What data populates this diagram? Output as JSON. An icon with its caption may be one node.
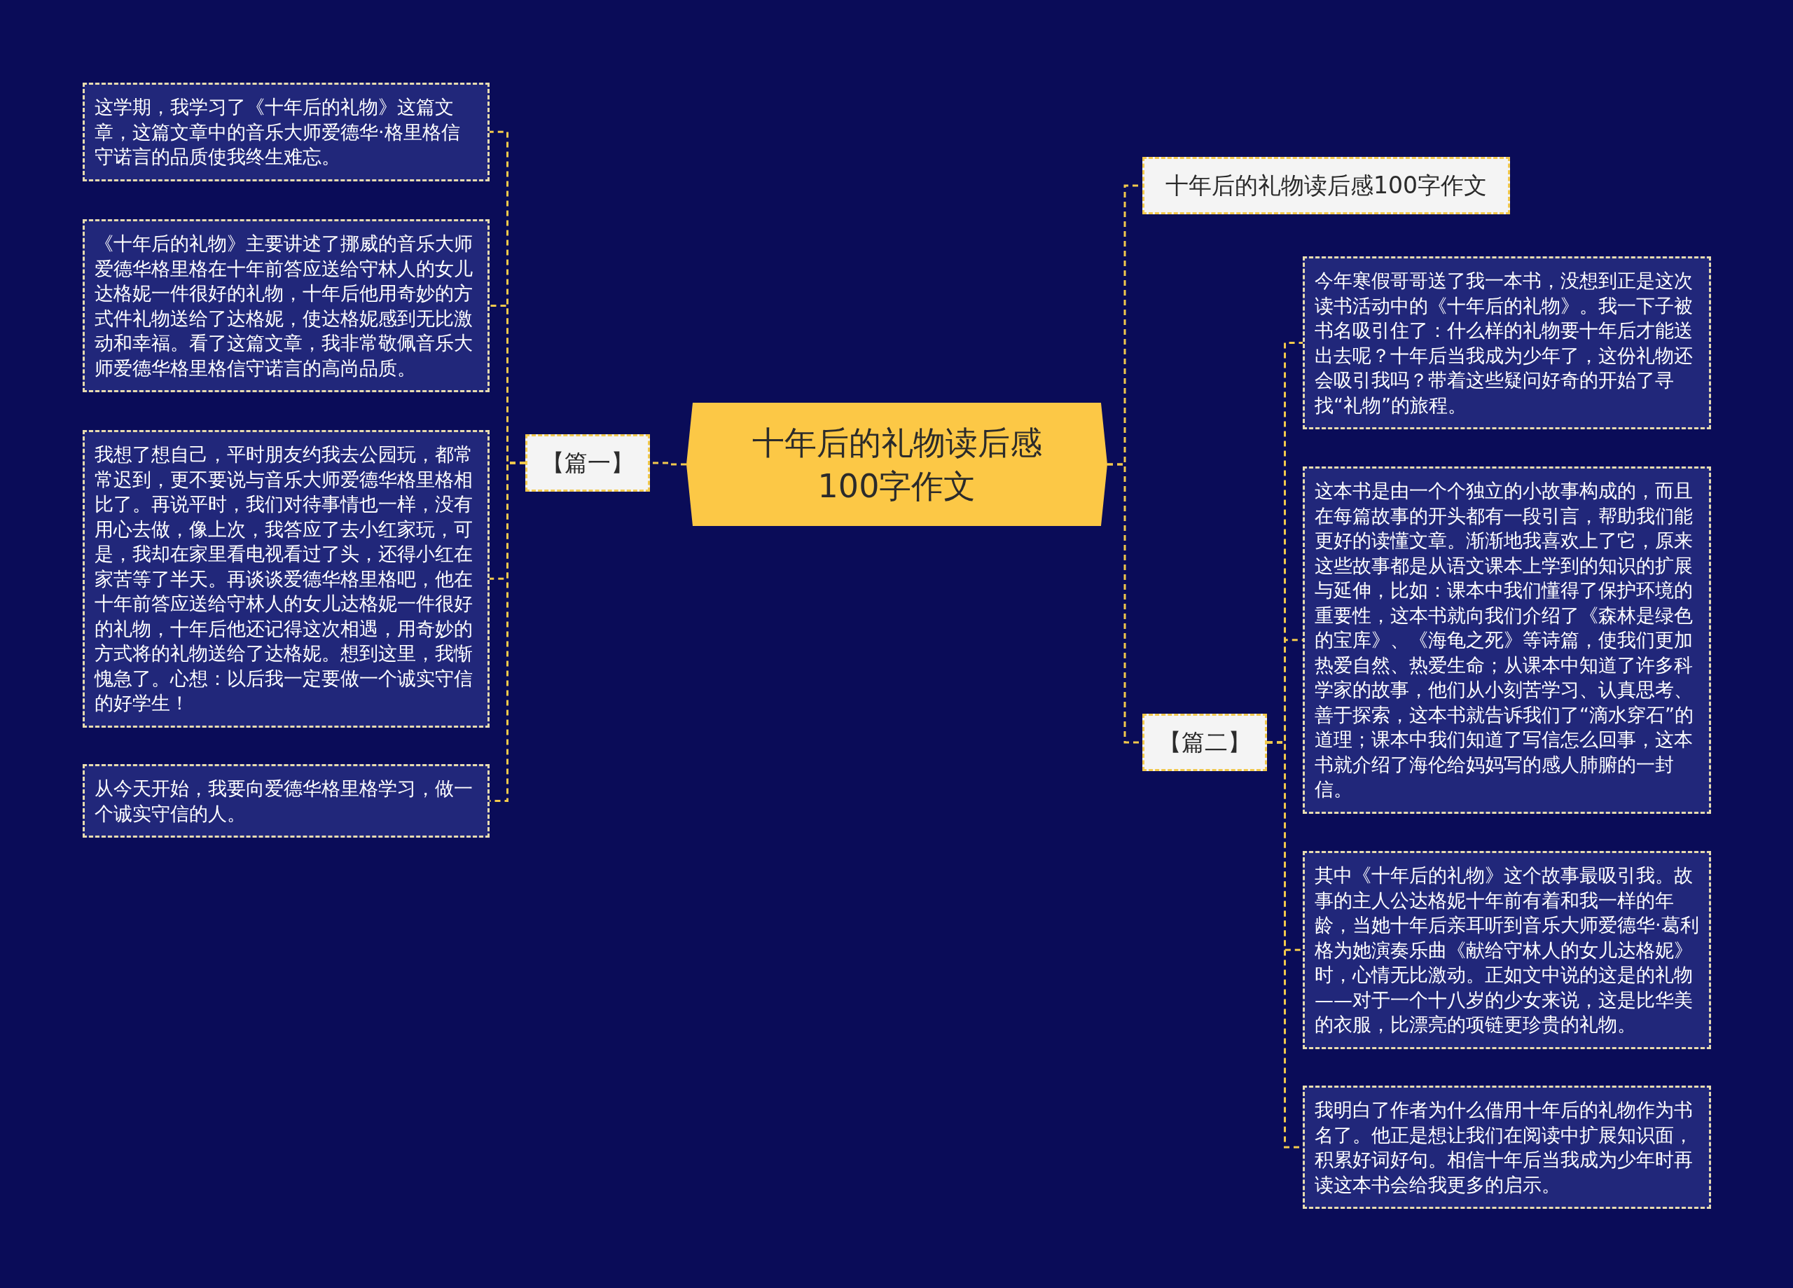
{
  "diagram": {
    "nodes": [
      {
        "text": [
          "十年后的礼物读后感100字作文"
        ]
      },
      {
        "text": [
          "【篇一】"
        ]
      },
      {
        "text": [
          "这学期，我学习了《十年后的礼物》这篇文章，这篇文章中的音乐大师爱德华·格里格信守诺言的品质使我终生难忘。"
        ]
      },
      {
        "text": [
          "《十年后的礼物》主要讲述了挪威的音乐大师爱德华格里格在十年前答应送给守林人的女儿达格妮一件很好的礼物，十年后他用奇妙的方式件礼物送给了达格妮，使达格妮感到无比激动和幸福。看了这篇文章，我非常敬佩音乐大师爱德华格里格信守诺言的高尚品质。"
        ]
      },
      {
        "text": [
          "我想了想自己，平时朋友约我去公园玩，都常常迟到，更不要说与音乐大师爱德华格里格相比了。再说平时，我们对待事情也一样，没有用心去做，像上次，我答应了去小红家玩，可是，我却在家里看电视看过了头，还得小红在家苦等了半天。再谈谈爱德华格里格吧，他在十年前答应送给守林人的女儿达格妮一件很好的礼物，十年后他还记得这次相遇，用奇妙的方式将的礼物送给了达格妮。想到这里，我惭愧急了。心想：以后我一定要做一个诚实守信的好学生！"
        ]
      },
      {
        "text": [
          "从今天开始，我要向爱德华格里格学习，做一个诚实守信的人。"
        ]
      },
      {
        "text": [
          "十年后的礼物读后感100字作文"
        ]
      },
      {
        "text": [
          "【篇二】"
        ]
      },
      {
        "text": [
          "今年寒假哥哥送了我一本书，没想到正是这次读书活动中的《十年后的礼物》。我一下子被书名吸引住了：什么样的礼物要十年后才能送出去呢？十年后当我成为少年了，这份礼物还会吸引我吗？带着这些疑问好奇的开始了寻找“礼物”的旅程。"
        ]
      },
      {
        "text": [
          "这本书是由一个个独立的小故事构成的，而且在每篇故事的开头都有一段引言，帮助我们能更好的读懂文章。渐渐地我喜欢上了它，原来这些故事都是从语文课本上学到的知识的扩展与延伸，比如：课本中我们懂得了保护环境的重要性，这本书就向我们介绍了《森林是绿色的宝库》、《海龟之死》等诗篇，使我们更加热爱自然、热爱生命；从课本中知道了许多科学家的故事，他们从小刻苦学习、认真思考、善于探索，这本书就告诉我们了“滴水穿石”的道理；课本中我们知道了写信怎么回事，这本书就介绍了海伦给妈妈写的感人肺腑的一封信。"
        ]
      },
      {
        "text": [
          "其中《十年后的礼物》这个故事最吸引我。故事的主人公达格妮十年前有着和我一样的年龄，当她十年后亲耳听到音乐大师爱德华·葛利格为她演奏乐曲《献给守林人的女儿达格妮》时，心情无比激动。正如文中说的这是的礼物——对于一个十八岁的少女来说，这是比华美的衣服，比漂亮的项链更珍贵的礼物。"
        ]
      },
      {
        "text": [
          "我明白了作者为什么借用十年后的礼物作为书名了。他正是想让我们在阅读中扩展知识面，积累好词好句。相信十年后当我成为少年时再读这本书会给我更多的启示。"
        ]
      }
    ],
    "edges": [
      {
        "from": 0,
        "to": 1,
        "arrow": "none"
      },
      {
        "from": 1,
        "to": 2,
        "arrow": "none"
      },
      {
        "from": 1,
        "to": 3,
        "arrow": "none"
      },
      {
        "from": 1,
        "to": 4,
        "arrow": "none"
      },
      {
        "from": 1,
        "to": 5,
        "arrow": "none"
      },
      {
        "from": 0,
        "to": 6,
        "arrow": "none"
      },
      {
        "from": 0,
        "to": 7,
        "arrow": "none"
      },
      {
        "from": 7,
        "to": 8,
        "arrow": "none"
      },
      {
        "from": 7,
        "to": 9,
        "arrow": "none"
      },
      {
        "from": 7,
        "to": 10,
        "arrow": "none"
      },
      {
        "from": 7,
        "to": 11,
        "arrow": "none"
      }
    ]
  }
}
